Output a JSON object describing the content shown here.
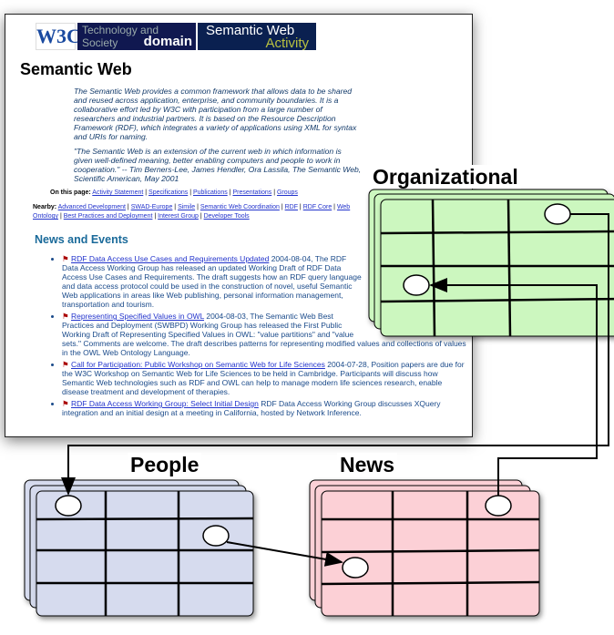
{
  "webpage": {
    "logos": {
      "w3c": "W3C",
      "domain_top": "Technology and Society",
      "domain_bottom": "domain",
      "activity_top": "Semantic Web",
      "activity_bottom": "Activity"
    },
    "title": "Semantic Web",
    "intro": "The Semantic Web provides a common framework that allows data to be shared and reused across application, enterprise, and community boundaries. It is a collaborative effort led by W3C with participation from a large number of researchers and industrial partners. It is based on the Resource Description Framework (RDF), which integrates a variety of applications using XML for syntax and URIs for naming.",
    "quote": "\"The Semantic Web is an extension of the current web in which information is given well-defined meaning, better enabling computers and people to work in cooperation.\" -- Tim Berners-Lee, James Hendler, Ora Lassila, The Semantic Web, Scientific American, May 2001",
    "on_this_page_label": "On this page:",
    "on_this_page": [
      "Activity Statement",
      "Specifications",
      "Publications",
      "Presentations",
      "Groups"
    ],
    "nearby_label": "Nearby:",
    "nearby": [
      "Advanced Development",
      "SWAD-Europe",
      "Simile",
      "Semantic Web Coordination",
      "RDF",
      "RDF Core",
      "Web Ontology",
      "Best Practices and Deployment",
      "Interest Group",
      "Developer Tools"
    ],
    "news_heading": "News and Events",
    "news": [
      {
        "link": "RDF Data Access Use Cases and Requirements Updated",
        "text": "2004-08-04, The RDF Data Access Working Group has released an updated Working Draft of RDF Data Access Use Cases and Requirements. The draft suggests how an RDF query language and data access protocol could be used in the construction of novel, useful Semantic Web applications in areas like Web publishing, personal information management, transportation and tourism."
      },
      {
        "link": "Representing Specified Values in OWL",
        "text": "2004-08-03, The Semantic Web Best Practices and Deployment (SWBPD) Working Group has released the First Public Working Draft of Representing Specified Values in OWL: \"value partitions\" and \"value sets.\" Comments are welcome. The draft describes patterns for representing modified values and collections of values in the OWL Web Ontology Language."
      },
      {
        "link": "Call for Participation: Public Workshop on Semantic Web for Life Sciences",
        "text": "2004-07-28, Position papers are due for the W3C Workshop on Semantic Web for Life Sciences to be held in Cambridge. Participants will discuss how Semantic Web technologies such as RDF and OWL can help to manage modern life sciences research, enable disease treatment and development of therapies."
      },
      {
        "link": "RDF Data Access Working Group: Select Initial Design",
        "text": "RDF Data Access Working Group discusses XQuery integration and an initial design at a meeting in California, hosted by Network Inference."
      }
    ]
  },
  "diagram": {
    "labels": {
      "organizational": "Organizational",
      "people": "People",
      "news": "News"
    },
    "colors": {
      "organizational": "#ccf7bf",
      "people": "#d6dbee",
      "news": "#fcd0d6"
    }
  }
}
